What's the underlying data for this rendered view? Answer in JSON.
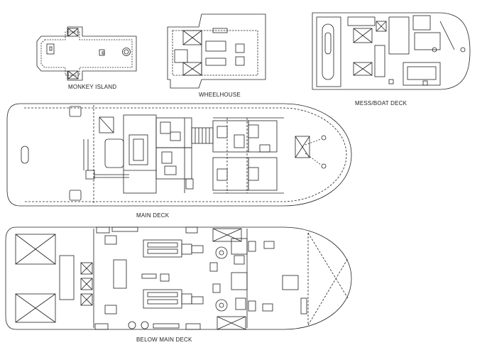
{
  "labels": {
    "monkey_island": "MONKEY ISLAND",
    "wheelhouse": "WHEELHOUSE",
    "mess_boat_deck": "MESS/BOAT DECK",
    "main_deck": "MAIN DECK",
    "below_main_deck": "BELOW MAIN DECK"
  },
  "colors": {
    "line": "#222222",
    "background": "#ffffff"
  }
}
